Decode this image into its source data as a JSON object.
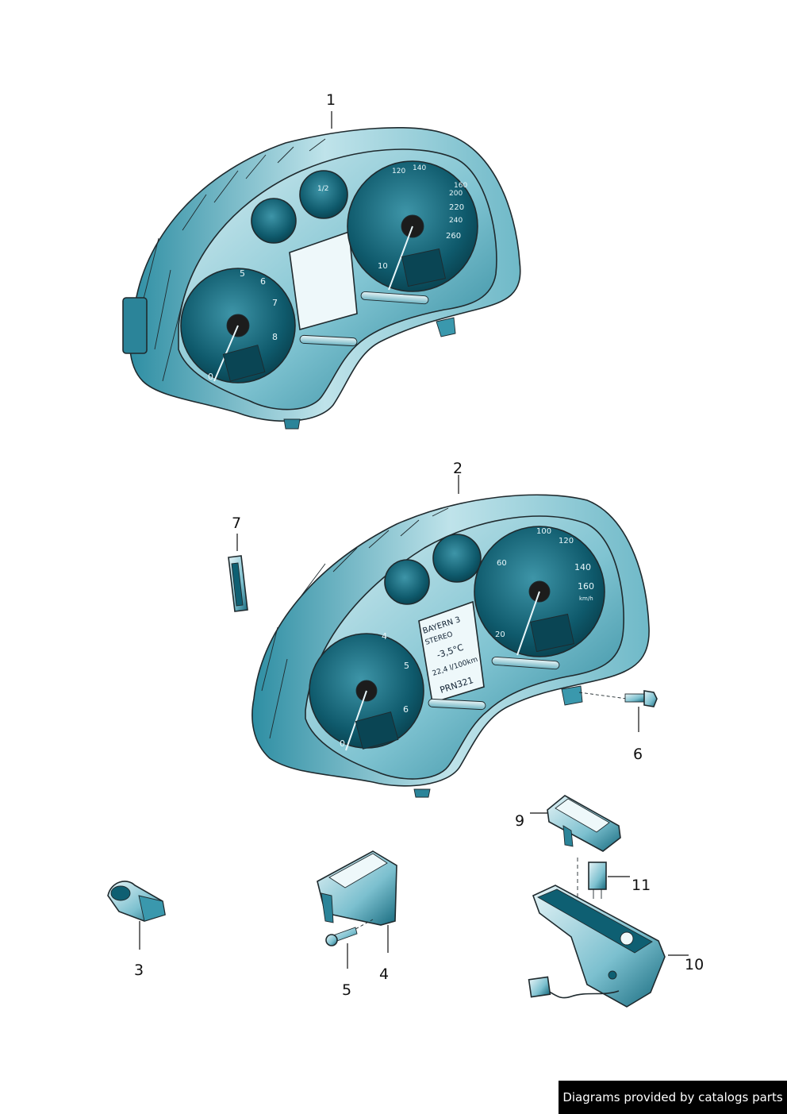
{
  "callouts": {
    "c1": "1",
    "c2": "2",
    "c3": "3",
    "c4": "4",
    "c5": "5",
    "c6": "6",
    "c7": "7",
    "c8": "9",
    "c9": "10",
    "c10": "11"
  },
  "cluster1_scales": {
    "speed": [
      "10",
      "120",
      "140",
      "160",
      "200",
      "220",
      "240",
      "260"
    ],
    "rpm": [
      "0",
      "5",
      "6",
      "7",
      "8"
    ],
    "temp": [
      "1/2"
    ]
  },
  "cluster2_scales": {
    "speed": [
      "20",
      "60",
      "100",
      "120",
      "140",
      "160",
      "km/h"
    ],
    "rpm": [
      "0",
      "4",
      "5",
      "6"
    ]
  },
  "cluster2_display": [
    "BAYERN 3",
    "STEREO",
    "-3,5°C",
    "22,4 l/100km",
    "PRN321"
  ],
  "footer": {
    "text": "Diagrams provided by catalogs parts"
  },
  "colors": {
    "line": "#1f2a2e",
    "teal_dark": "#0e5f72",
    "teal_light": "#d9eef2",
    "accent": "#3fa7bd"
  }
}
